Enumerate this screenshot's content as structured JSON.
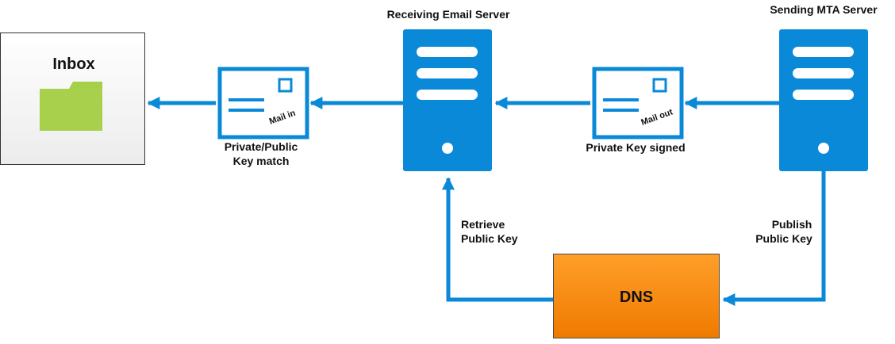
{
  "inbox": {
    "label": "Inbox"
  },
  "servers": {
    "receiving": "Receiving Email Server",
    "sending": "Sending MTA Server"
  },
  "envelopes": {
    "mail_in": "Mail in",
    "mail_out": "Mail out"
  },
  "captions": {
    "key_match_line1": "Private/Public",
    "key_match_line2": "Key match",
    "private_key_signed": "Private Key signed",
    "retrieve_line1": "Retrieve",
    "retrieve_line2": "Public Key",
    "publish_line1": "Publish",
    "publish_line2": "Public Key"
  },
  "dns": {
    "label": "DNS"
  },
  "colors": {
    "accent_blue": "#0a89d8",
    "folder_green": "#a6cf4a",
    "dns_orange_top": "#ff9a1a",
    "dns_orange_bottom": "#f07d00"
  }
}
